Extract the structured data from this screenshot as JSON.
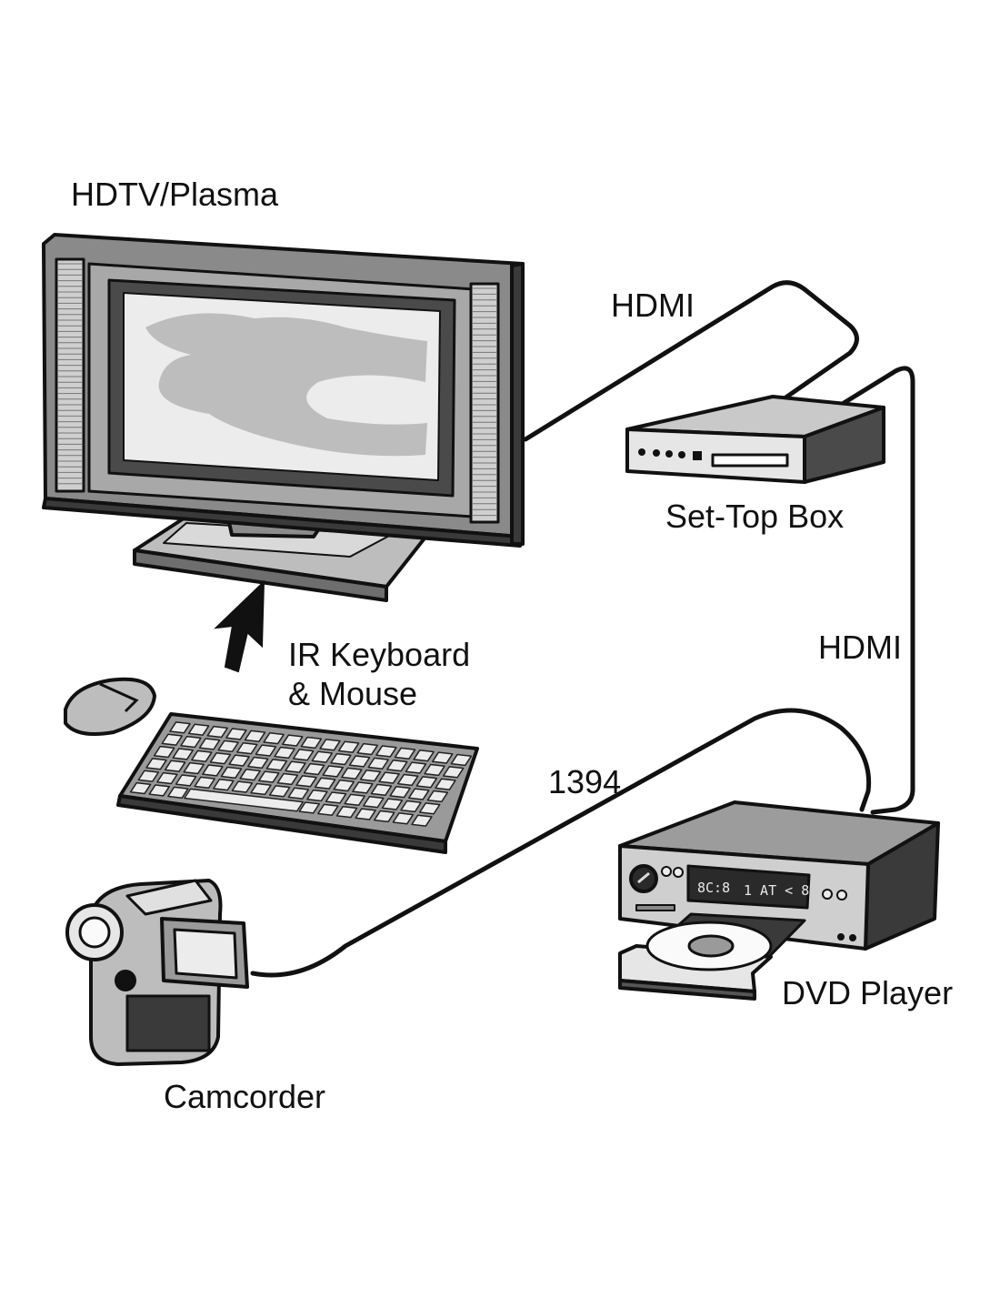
{
  "labels": {
    "tv": "HDTV/Plasma",
    "set_top_box": "Set-Top Box",
    "keyboard_line1": "IR Keyboard",
    "keyboard_line2": "& Mouse",
    "camcorder": "Camcorder",
    "dvd_player": "DVD Player"
  },
  "connections": {
    "tv_to_settop": "HDMI",
    "settop_to_dvd": "HDMI",
    "camcorder_to_dvd": "1394"
  },
  "dvd_display": {
    "left": "8C:8",
    "right": "1 AT < 8"
  },
  "colors": {
    "outline": "#111111",
    "device_dark": "#3a3a3a",
    "device_mid": "#8c8c8c",
    "device_light": "#cfcfcf",
    "screen": "#ececec",
    "paper": "#ffffff"
  }
}
